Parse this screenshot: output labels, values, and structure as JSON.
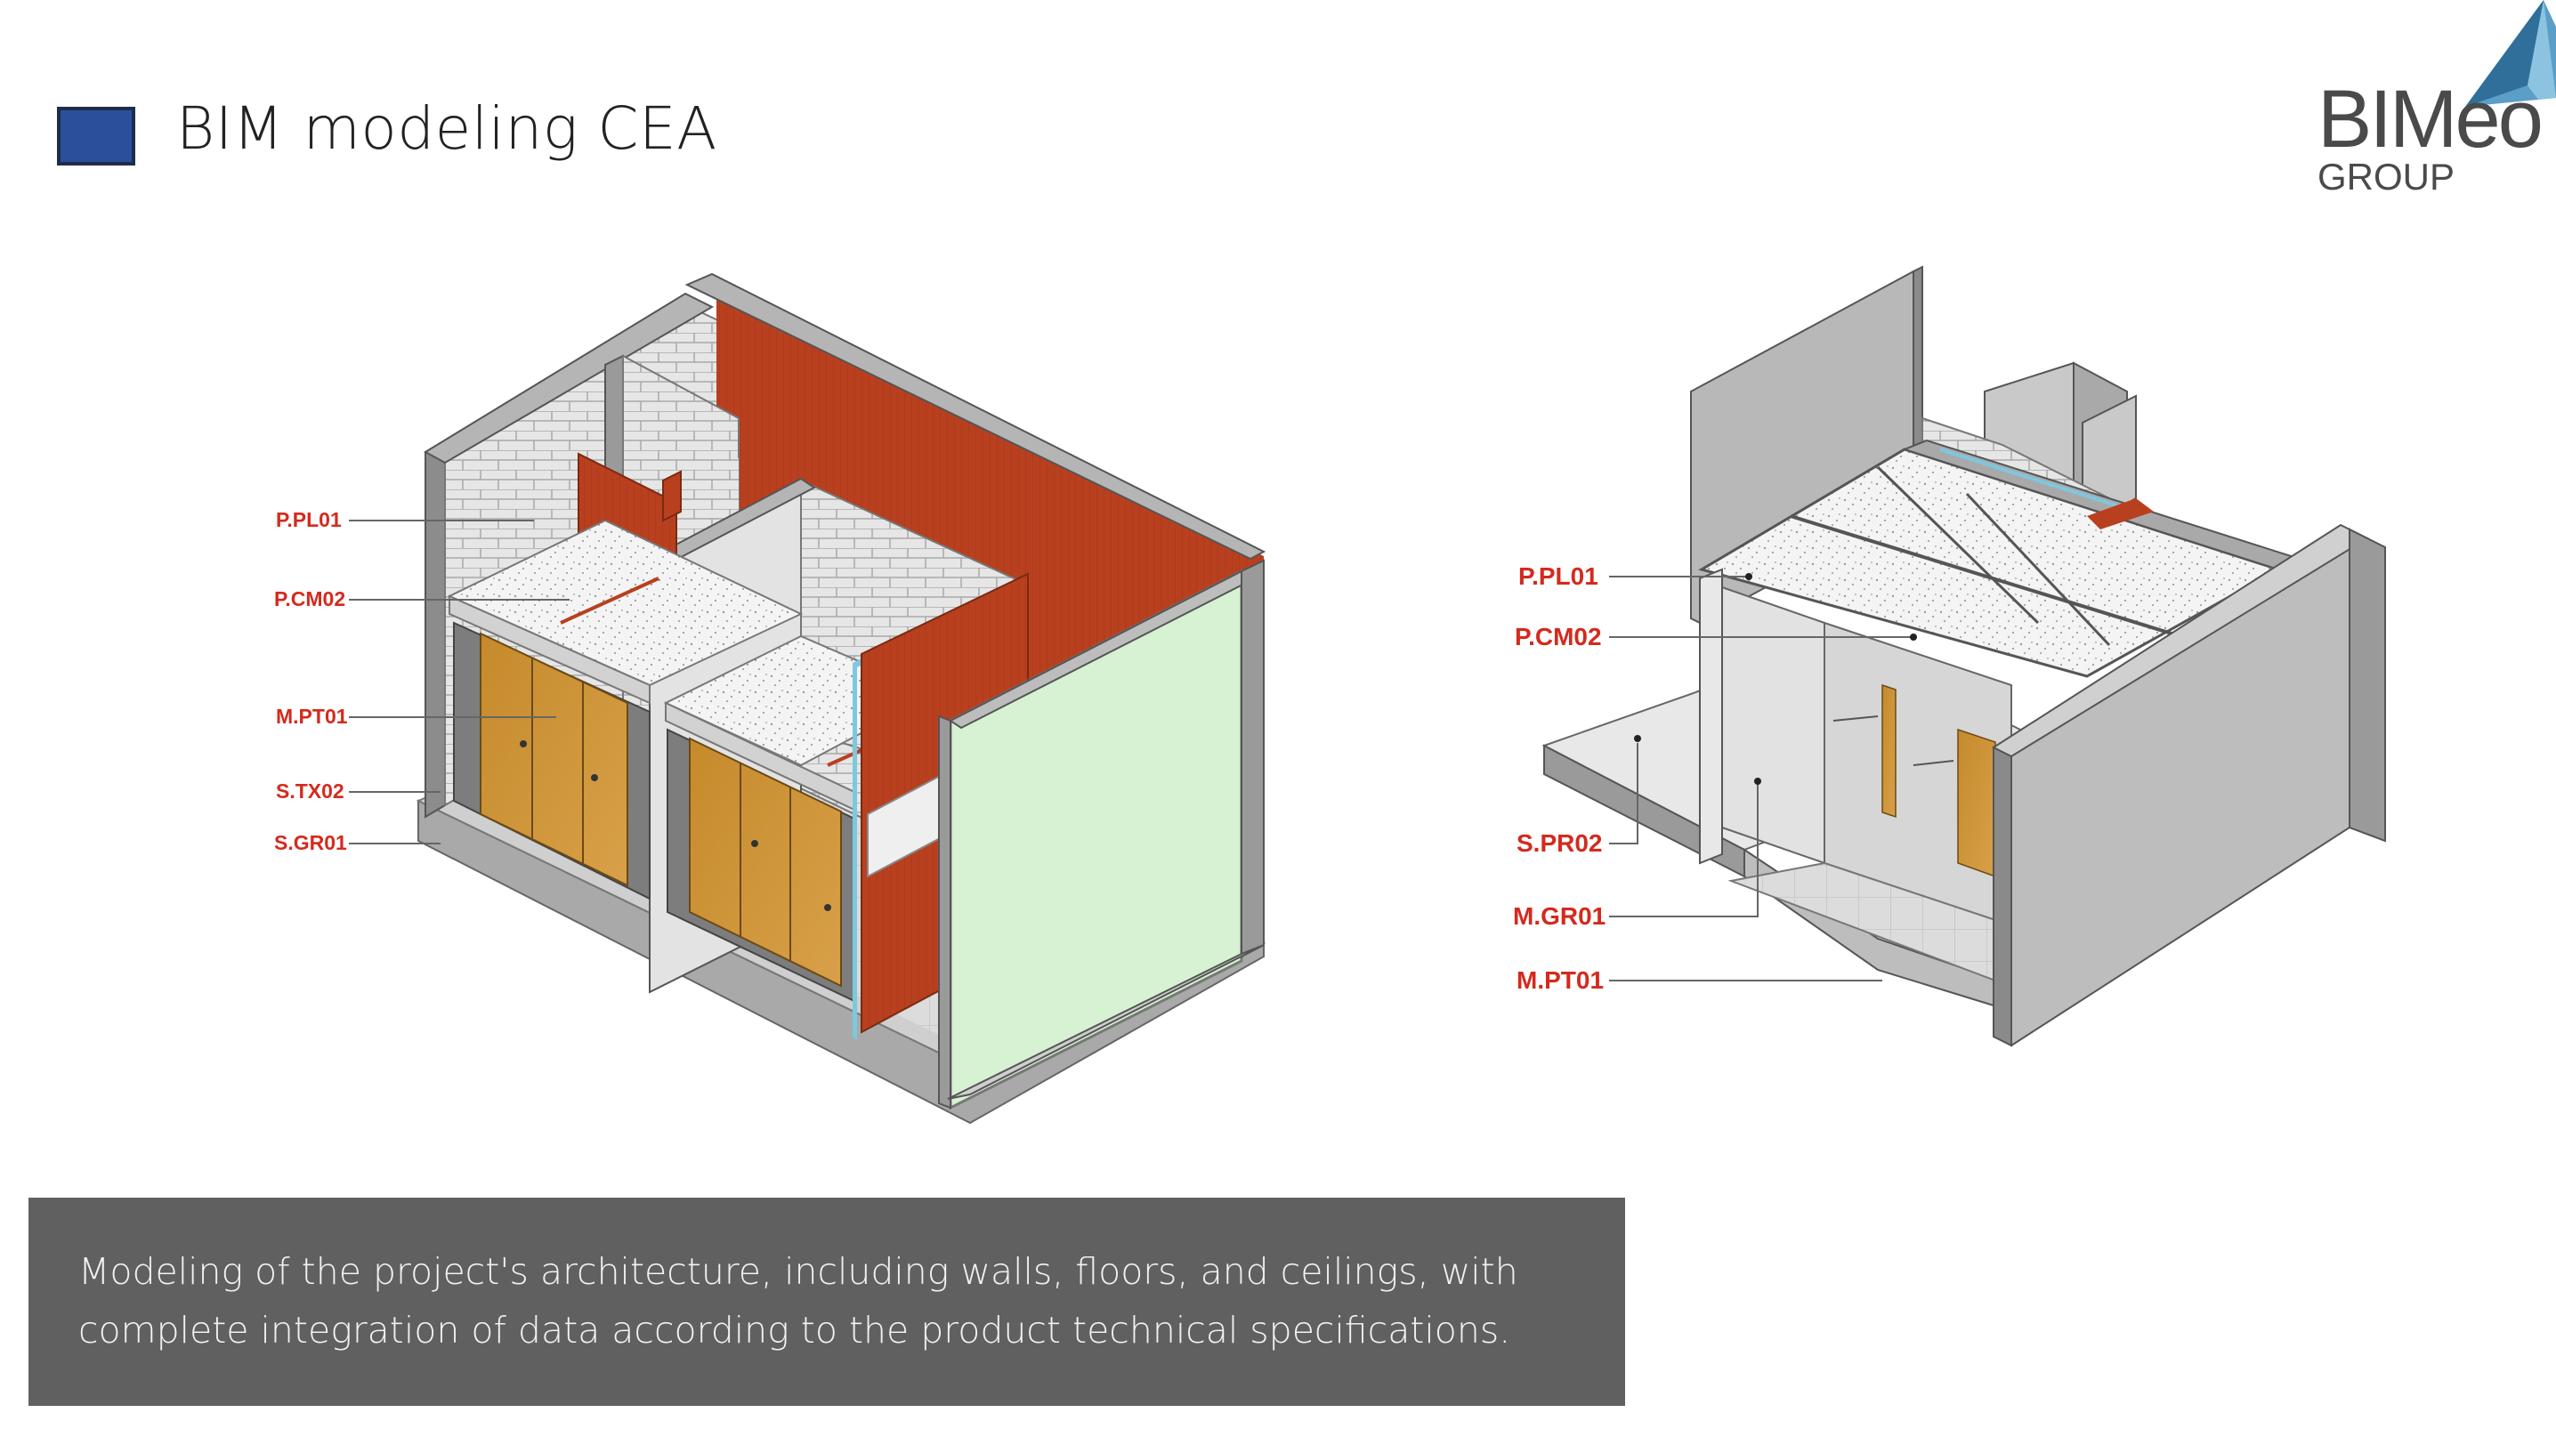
{
  "header": {
    "title": "BIM modeling CEA",
    "swatch_color": "#2c4f9c"
  },
  "logo": {
    "wordmark": "BIMeo",
    "subtitle": "GROUP",
    "accent_color": "#5b9fc8"
  },
  "left_model": {
    "callouts": [
      "P.PL01",
      "P.CM02",
      "M.PT01",
      "S.TX02",
      "S.GR01"
    ]
  },
  "right_model": {
    "callouts": [
      "P.PL01",
      "P.CM02",
      "S.PR02",
      "M.GR01",
      "M.PT01"
    ]
  },
  "caption": {
    "lines": [
      "Modeling of the project's architecture, including walls, floors, and ceilings, with",
      "complete integration of data according to the product technical specifications."
    ]
  },
  "colors": {
    "callout_text": "#d42a1e",
    "accent_wall": "#b8401f",
    "glass_panel": "#d6f2d2",
    "wood_door": "#c8902f",
    "concrete": "#bdbdbd",
    "caption_bg": "#606060"
  }
}
